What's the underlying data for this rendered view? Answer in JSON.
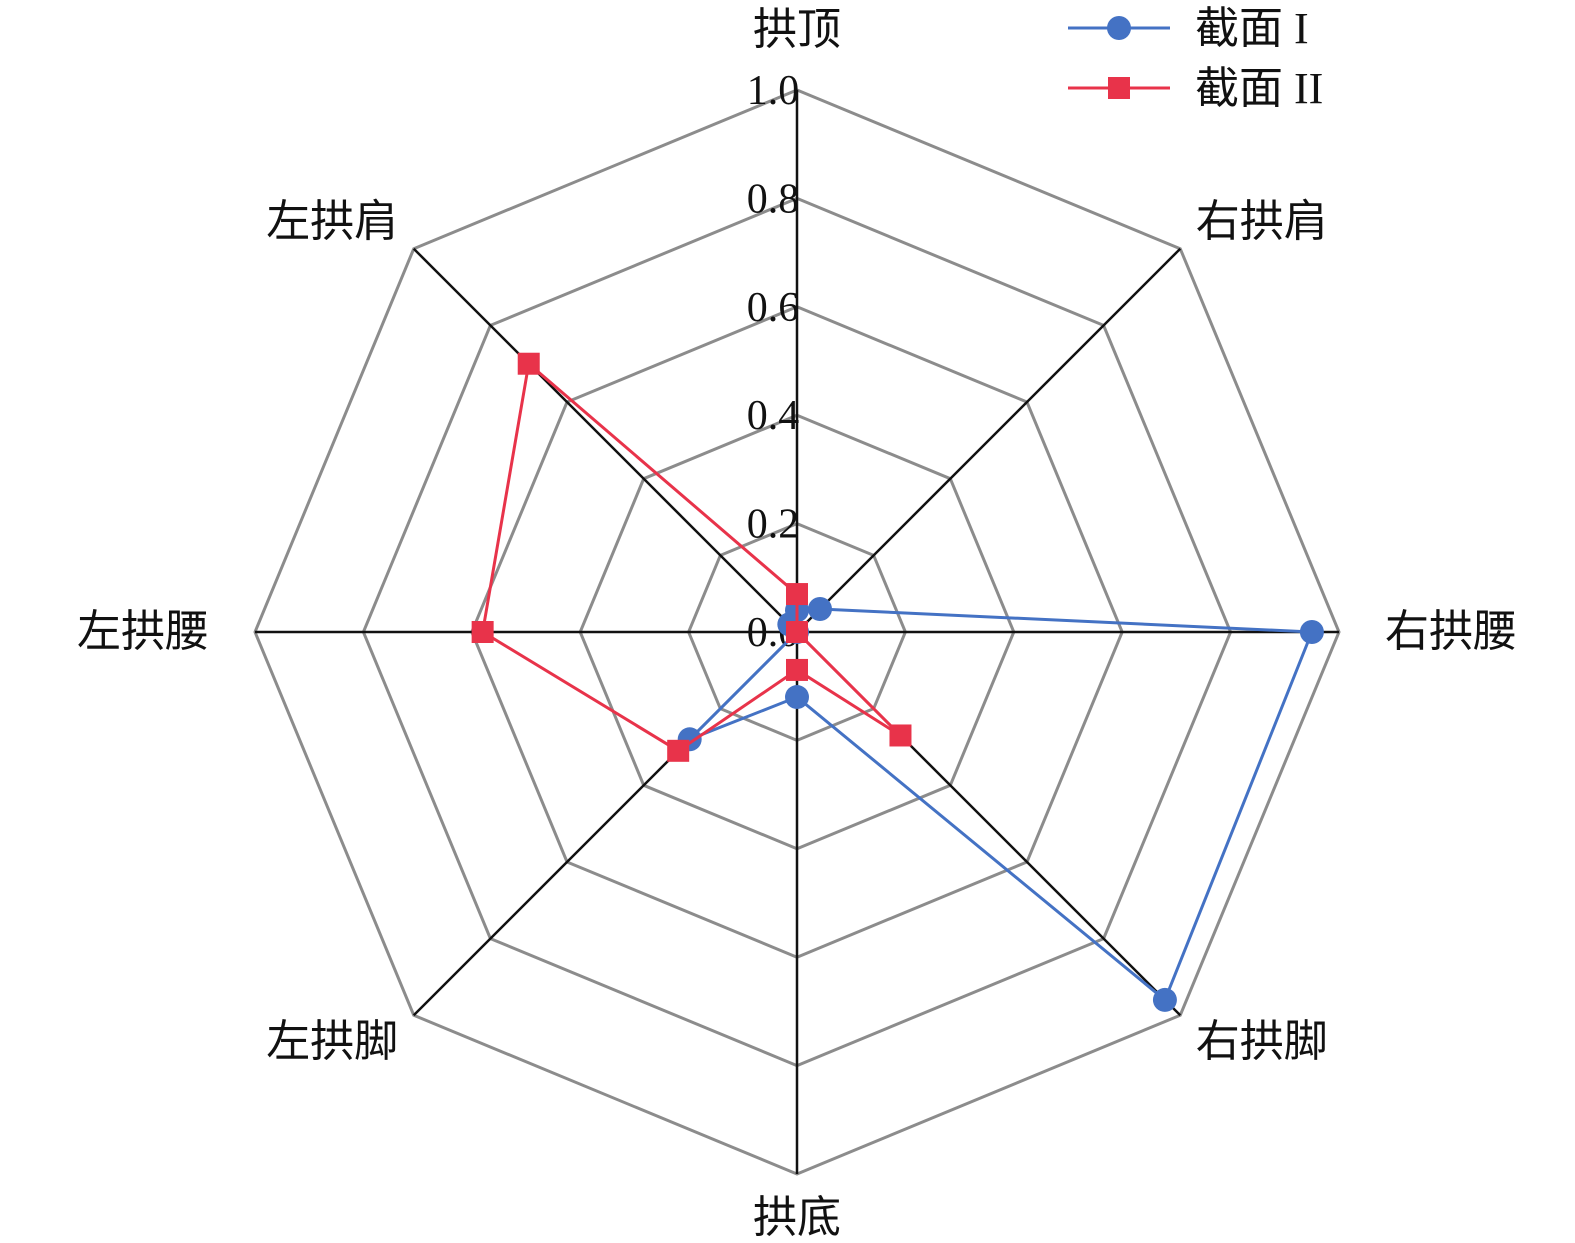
{
  "chart_data": {
    "type": "radar",
    "categories": [
      "拱顶",
      "右拱肩",
      "右拱腰",
      "右拱脚",
      "拱底",
      "左拱脚",
      "左拱腰",
      "左拱肩"
    ],
    "rticks": [
      "0.0",
      "0.2",
      "0.4",
      "0.6",
      "0.8",
      "1.0"
    ],
    "rlim": [
      0,
      1.0
    ],
    "grid": true,
    "legend_position": "top-right",
    "series": [
      {
        "name": "截面 I",
        "marker": "circle",
        "color": "#4472C4",
        "values": [
          0.04,
          0.06,
          0.95,
          0.96,
          0.12,
          0.28,
          0.0,
          0.02
        ]
      },
      {
        "name": "截面 II",
        "marker": "square",
        "color": "#E8334A",
        "values": [
          0.07,
          0.0,
          0.0,
          0.27,
          0.07,
          0.31,
          0.58,
          0.7
        ]
      }
    ]
  }
}
